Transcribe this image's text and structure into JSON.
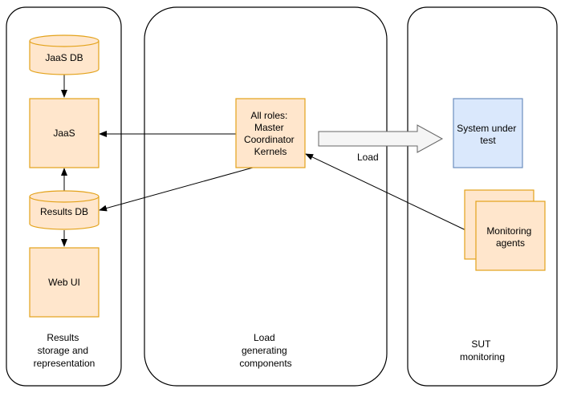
{
  "lanes": {
    "left": {
      "caption": [
        "Results",
        "storage and",
        "representation"
      ]
    },
    "middle": {
      "caption": [
        "Load",
        "generating",
        "components"
      ]
    },
    "right": {
      "caption": [
        "SUT",
        "monitoring"
      ]
    }
  },
  "nodes": {
    "jaas_db": {
      "label": "JaaS DB"
    },
    "jaas": {
      "label": "JaaS"
    },
    "results_db": {
      "label": "Results DB"
    },
    "web_ui": {
      "label": "Web UI"
    },
    "roles": {
      "label": [
        "All roles:",
        "Master",
        "Coordinator",
        "Kernels"
      ]
    },
    "sut": {
      "label": [
        "System under",
        "test"
      ]
    },
    "monitoring": {
      "label": [
        "Monitoring",
        "agents"
      ]
    }
  },
  "edges": {
    "load_label": "Load"
  },
  "colors": {
    "lane_border": "#000000",
    "node_fill": "#ffe6cc",
    "node_stroke": "#e3a21a",
    "sut_fill": "#dae8fc",
    "sut_stroke": "#6c8ebf",
    "big_arrow_fill": "#f5f5f5",
    "big_arrow_stroke": "#666666"
  }
}
